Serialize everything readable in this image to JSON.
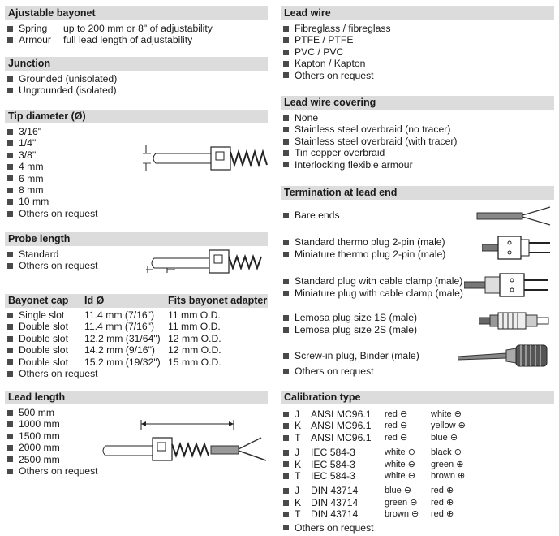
{
  "left": {
    "bayonet": {
      "title": "Ajustable bayonet",
      "items": [
        {
          "label": "Spring",
          "value": "up to 200 mm or 8\" of adjustability"
        },
        {
          "label": "Armour",
          "value": "full lead length of adjustability"
        }
      ]
    },
    "junction": {
      "title": "Junction",
      "items": [
        "Grounded (unisolated)",
        "Ungrounded (isolated)"
      ]
    },
    "tip": {
      "title": "Tip diameter (Ø)",
      "items": [
        "3/16\"",
        "1/4\"",
        "3/8\"",
        "4 mm",
        "6 mm",
        "8 mm",
        "10 mm",
        "Others on request"
      ]
    },
    "probe": {
      "title": "Probe length",
      "items": [
        "Standard",
        "Others on request"
      ]
    },
    "cap": {
      "headers": [
        "Bayonet cap",
        "Id Ø",
        "Fits bayonet adapter"
      ],
      "rows": [
        [
          "Single slot",
          "11.4 mm (7/16\")",
          "11 mm O.D."
        ],
        [
          "Double slot",
          "11.4 mm (7/16\")",
          "11 mm O.D."
        ],
        [
          "Double slot",
          "12.2 mm (31/64\")",
          "12 mm O.D."
        ],
        [
          "Double slot",
          "14.2 mm (9/16\")",
          "12 mm O.D."
        ],
        [
          "Double slot",
          "15.2 mm (19/32\")",
          "15 mm O.D."
        ]
      ],
      "footer": "Others on request"
    },
    "lead": {
      "title": "Lead length",
      "items": [
        "500 mm",
        "1000 mm",
        "1500 mm",
        "2000 mm",
        "2500 mm",
        "Others on request"
      ]
    }
  },
  "right": {
    "wire": {
      "title": "Lead wire",
      "items": [
        "Fibreglass / fibreglass",
        "PTFE / PTFE",
        "PVC / PVC",
        "Kapton / Kapton",
        "Others on request"
      ]
    },
    "covering": {
      "title": "Lead wire covering",
      "items": [
        "None",
        "Stainless steel overbraid (no tracer)",
        "Stainless steel overbraid (with tracer)",
        "Tin copper overbraid",
        "Interlocking flexible armour"
      ]
    },
    "termination": {
      "title": "Termination at lead end",
      "items": [
        "Bare ends",
        "Standard thermo plug 2-pin (male)",
        "Miniature thermo plug 2-pin (male)",
        "Standard plug with cable clamp (male)",
        "Miniature plug with cable clamp (male)",
        "Lemosa plug size 1S (male)",
        "Lemosa plug size 2S (male)",
        "Screw-in plug, Binder (male)",
        "Others on request"
      ]
    },
    "calibration": {
      "title": "Calibration type",
      "groups": [
        [
          [
            "J",
            "ANSI MC96.1",
            "red ⊖",
            "white ⊕"
          ],
          [
            "K",
            "ANSI MC96.1",
            "red ⊖",
            "yellow ⊕"
          ],
          [
            "T",
            "ANSI MC96.1",
            "red ⊖",
            "blue ⊕"
          ]
        ],
        [
          [
            "J",
            "IEC 584-3",
            "white ⊖",
            "black ⊕"
          ],
          [
            "K",
            "IEC 584-3",
            "white ⊖",
            "green ⊕"
          ],
          [
            "T",
            "IEC 584-3",
            "white ⊖",
            "brown ⊕"
          ]
        ],
        [
          [
            "J",
            "DIN 43714",
            "blue ⊖",
            "red ⊕"
          ],
          [
            "K",
            "DIN 43714",
            "green ⊖",
            "red ⊕"
          ],
          [
            "T",
            "DIN 43714",
            "brown ⊖",
            "red ⊕"
          ]
        ]
      ],
      "footer": "Others on request"
    }
  }
}
